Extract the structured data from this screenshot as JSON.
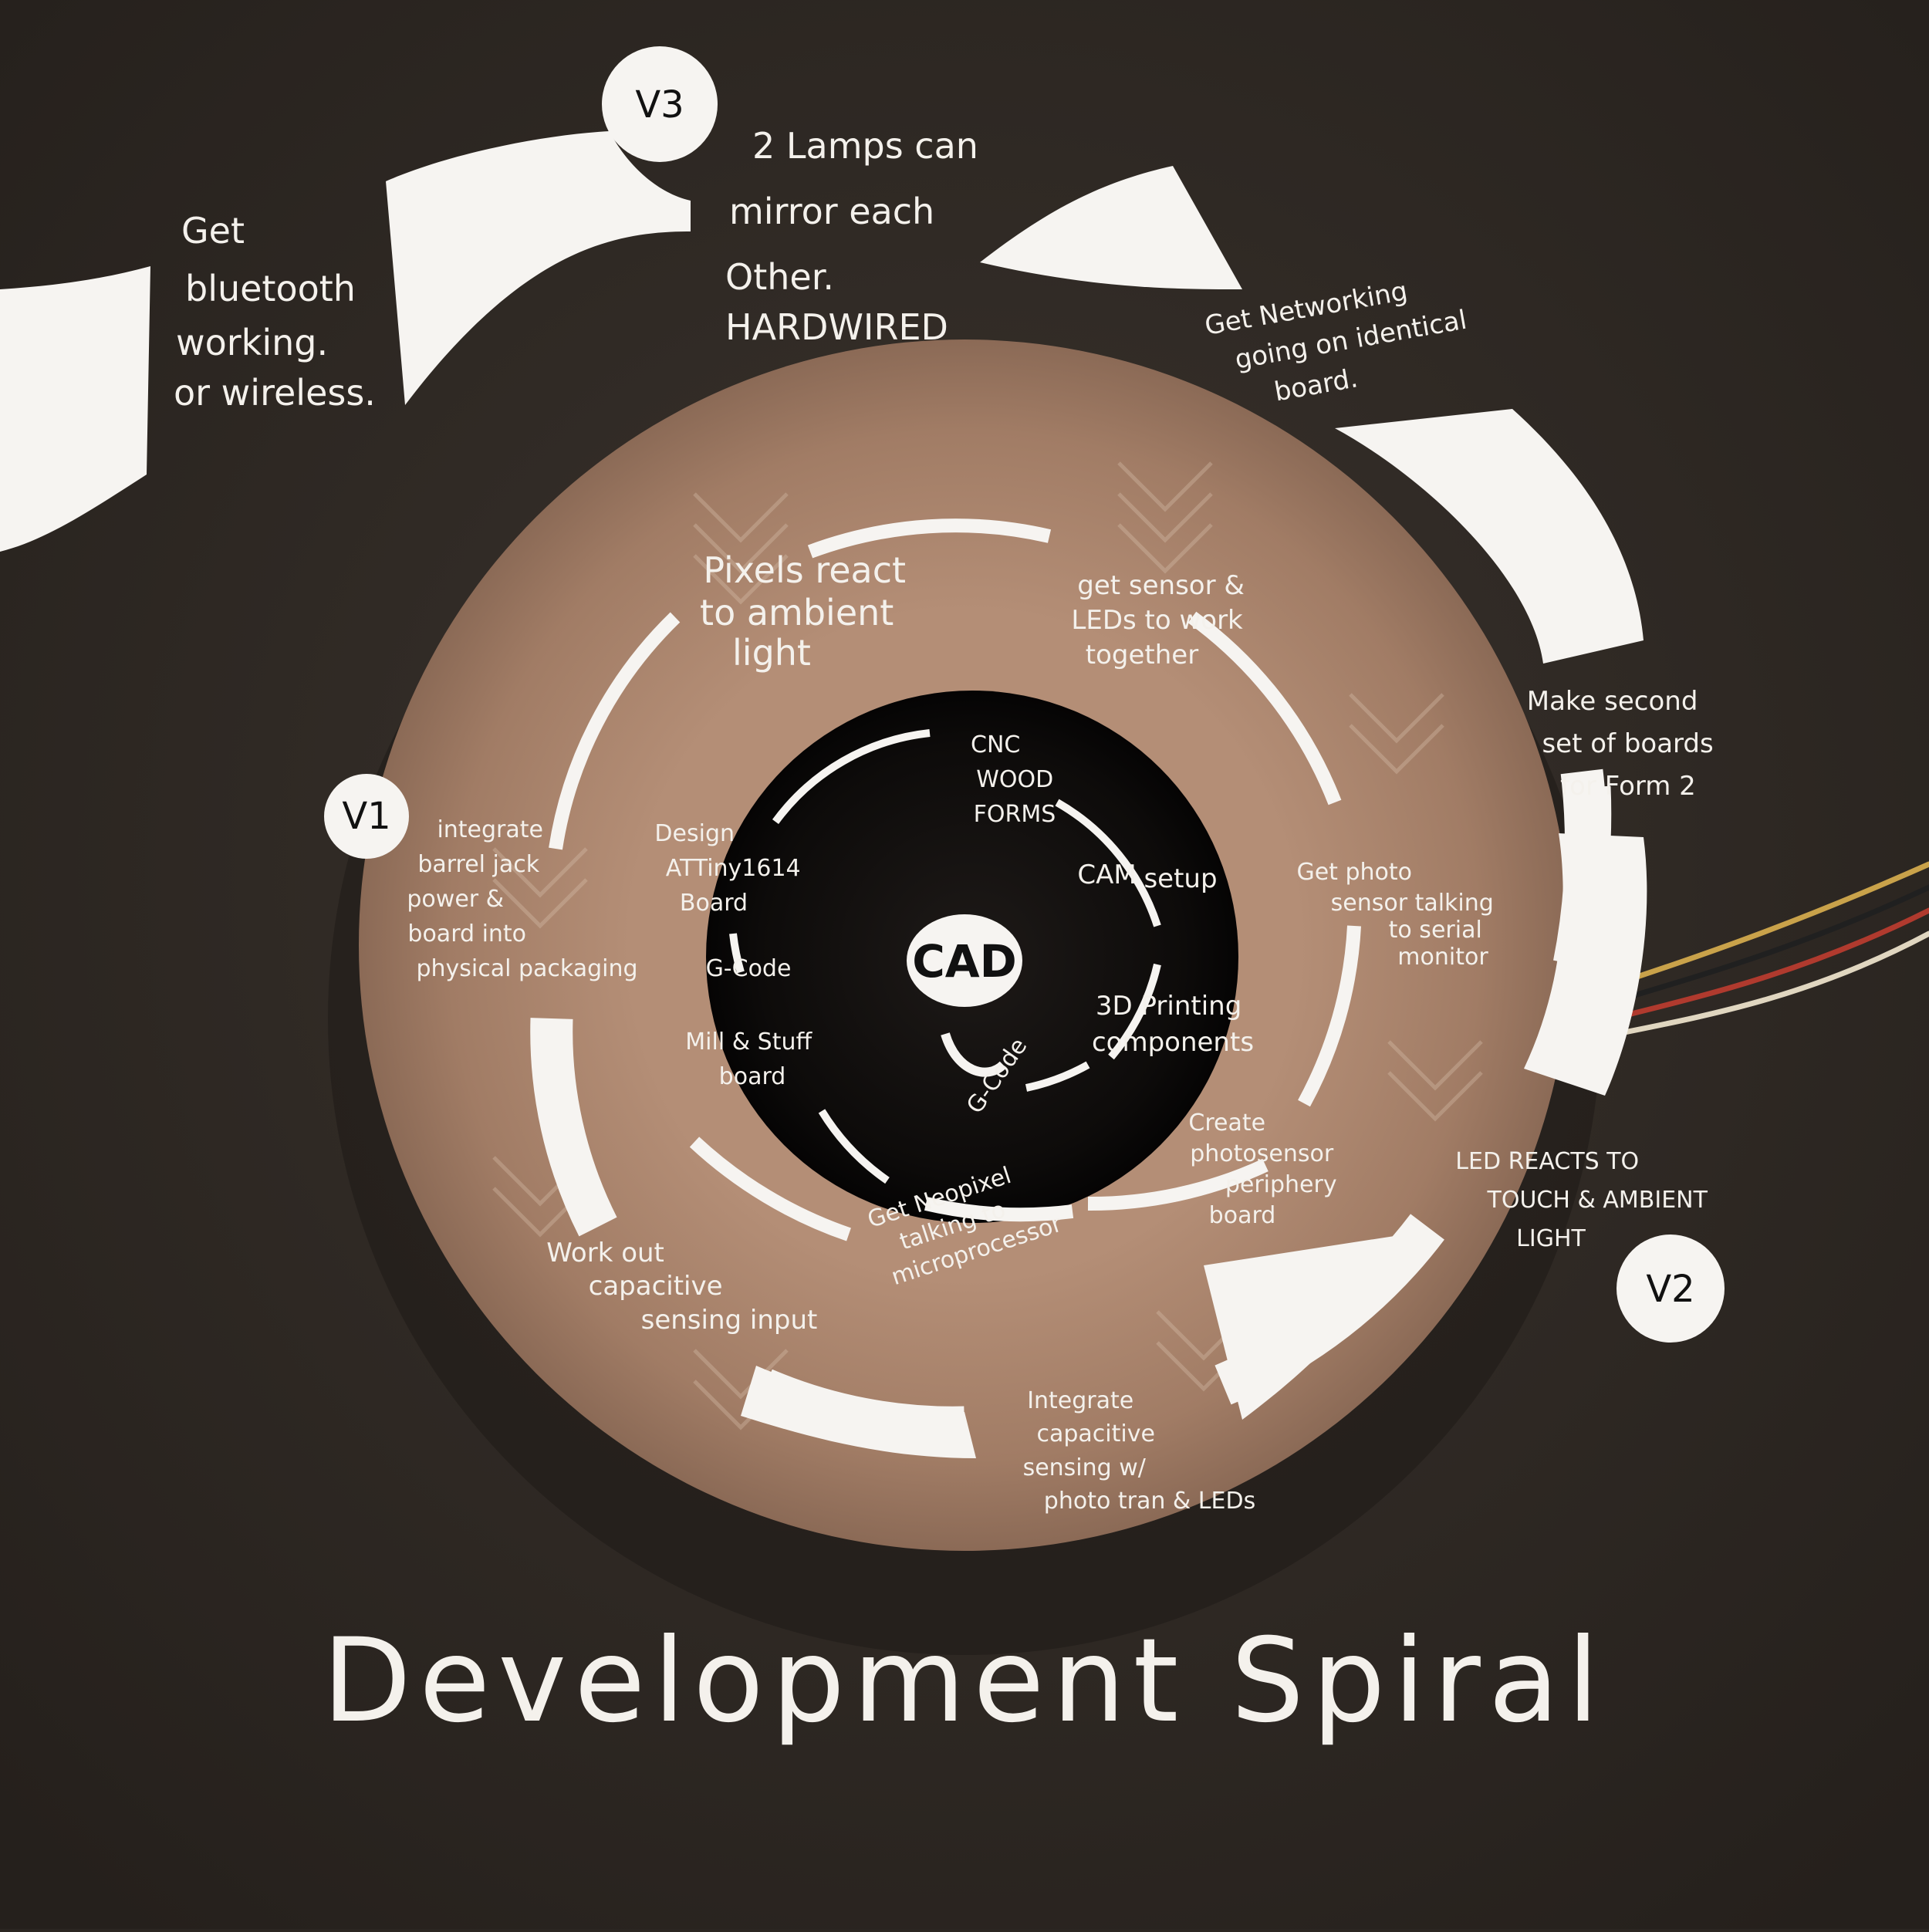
{
  "title": "Development Spiral",
  "versions": {
    "v1": "V1",
    "v2": "V2",
    "v3": "V3"
  },
  "center": "CAD",
  "core": {
    "cnc": [
      "CNC",
      "WOOD",
      "FORMS"
    ],
    "cam": [
      "CAM",
      "setup"
    ],
    "printing": [
      "3D Printing",
      "components"
    ],
    "gcode_left": "G-Code",
    "gcode_bottom": "G-Code",
    "design": [
      "Design",
      "ATTiny1614",
      "Board"
    ],
    "mill": [
      "Mill & Stuff",
      "board"
    ]
  },
  "ring2": {
    "neopixel": [
      "Get Neopixel",
      "talking to",
      "microprocessor"
    ],
    "photosensor": [
      "Create",
      "photosensor",
      "periphery",
      "board"
    ],
    "photo_serial": [
      "Get photo",
      "sensor talking",
      "to serial",
      "monitor"
    ],
    "sensor_leds": [
      "get sensor &",
      "LEDs to work",
      "together"
    ],
    "pixels": [
      "Pixels react",
      "to ambient",
      "light"
    ],
    "barrel": [
      "integrate",
      "barrel jack",
      "power &",
      "board into",
      "physical packaging"
    ]
  },
  "ring3": {
    "capacitive": [
      "Work out",
      "capacitive",
      "sensing input"
    ],
    "integrate_cap": [
      "Integrate",
      "capacitive",
      "sensing w/",
      "photo tran & LEDs"
    ],
    "led_reacts": [
      "LED REACTS TO",
      "TOUCH & AMBIENT",
      "LIGHT"
    ],
    "second_set": [
      "Make second",
      "set of boards",
      "for Form 2"
    ],
    "networking": [
      "Get Networking",
      "going on identical",
      "board."
    ],
    "mirror": [
      "2 Lamps can",
      "mirror each",
      "Other.",
      "HARDWIRED"
    ],
    "bluetooth": [
      "Get",
      "bluetooth",
      "working.",
      "or wireless."
    ]
  }
}
